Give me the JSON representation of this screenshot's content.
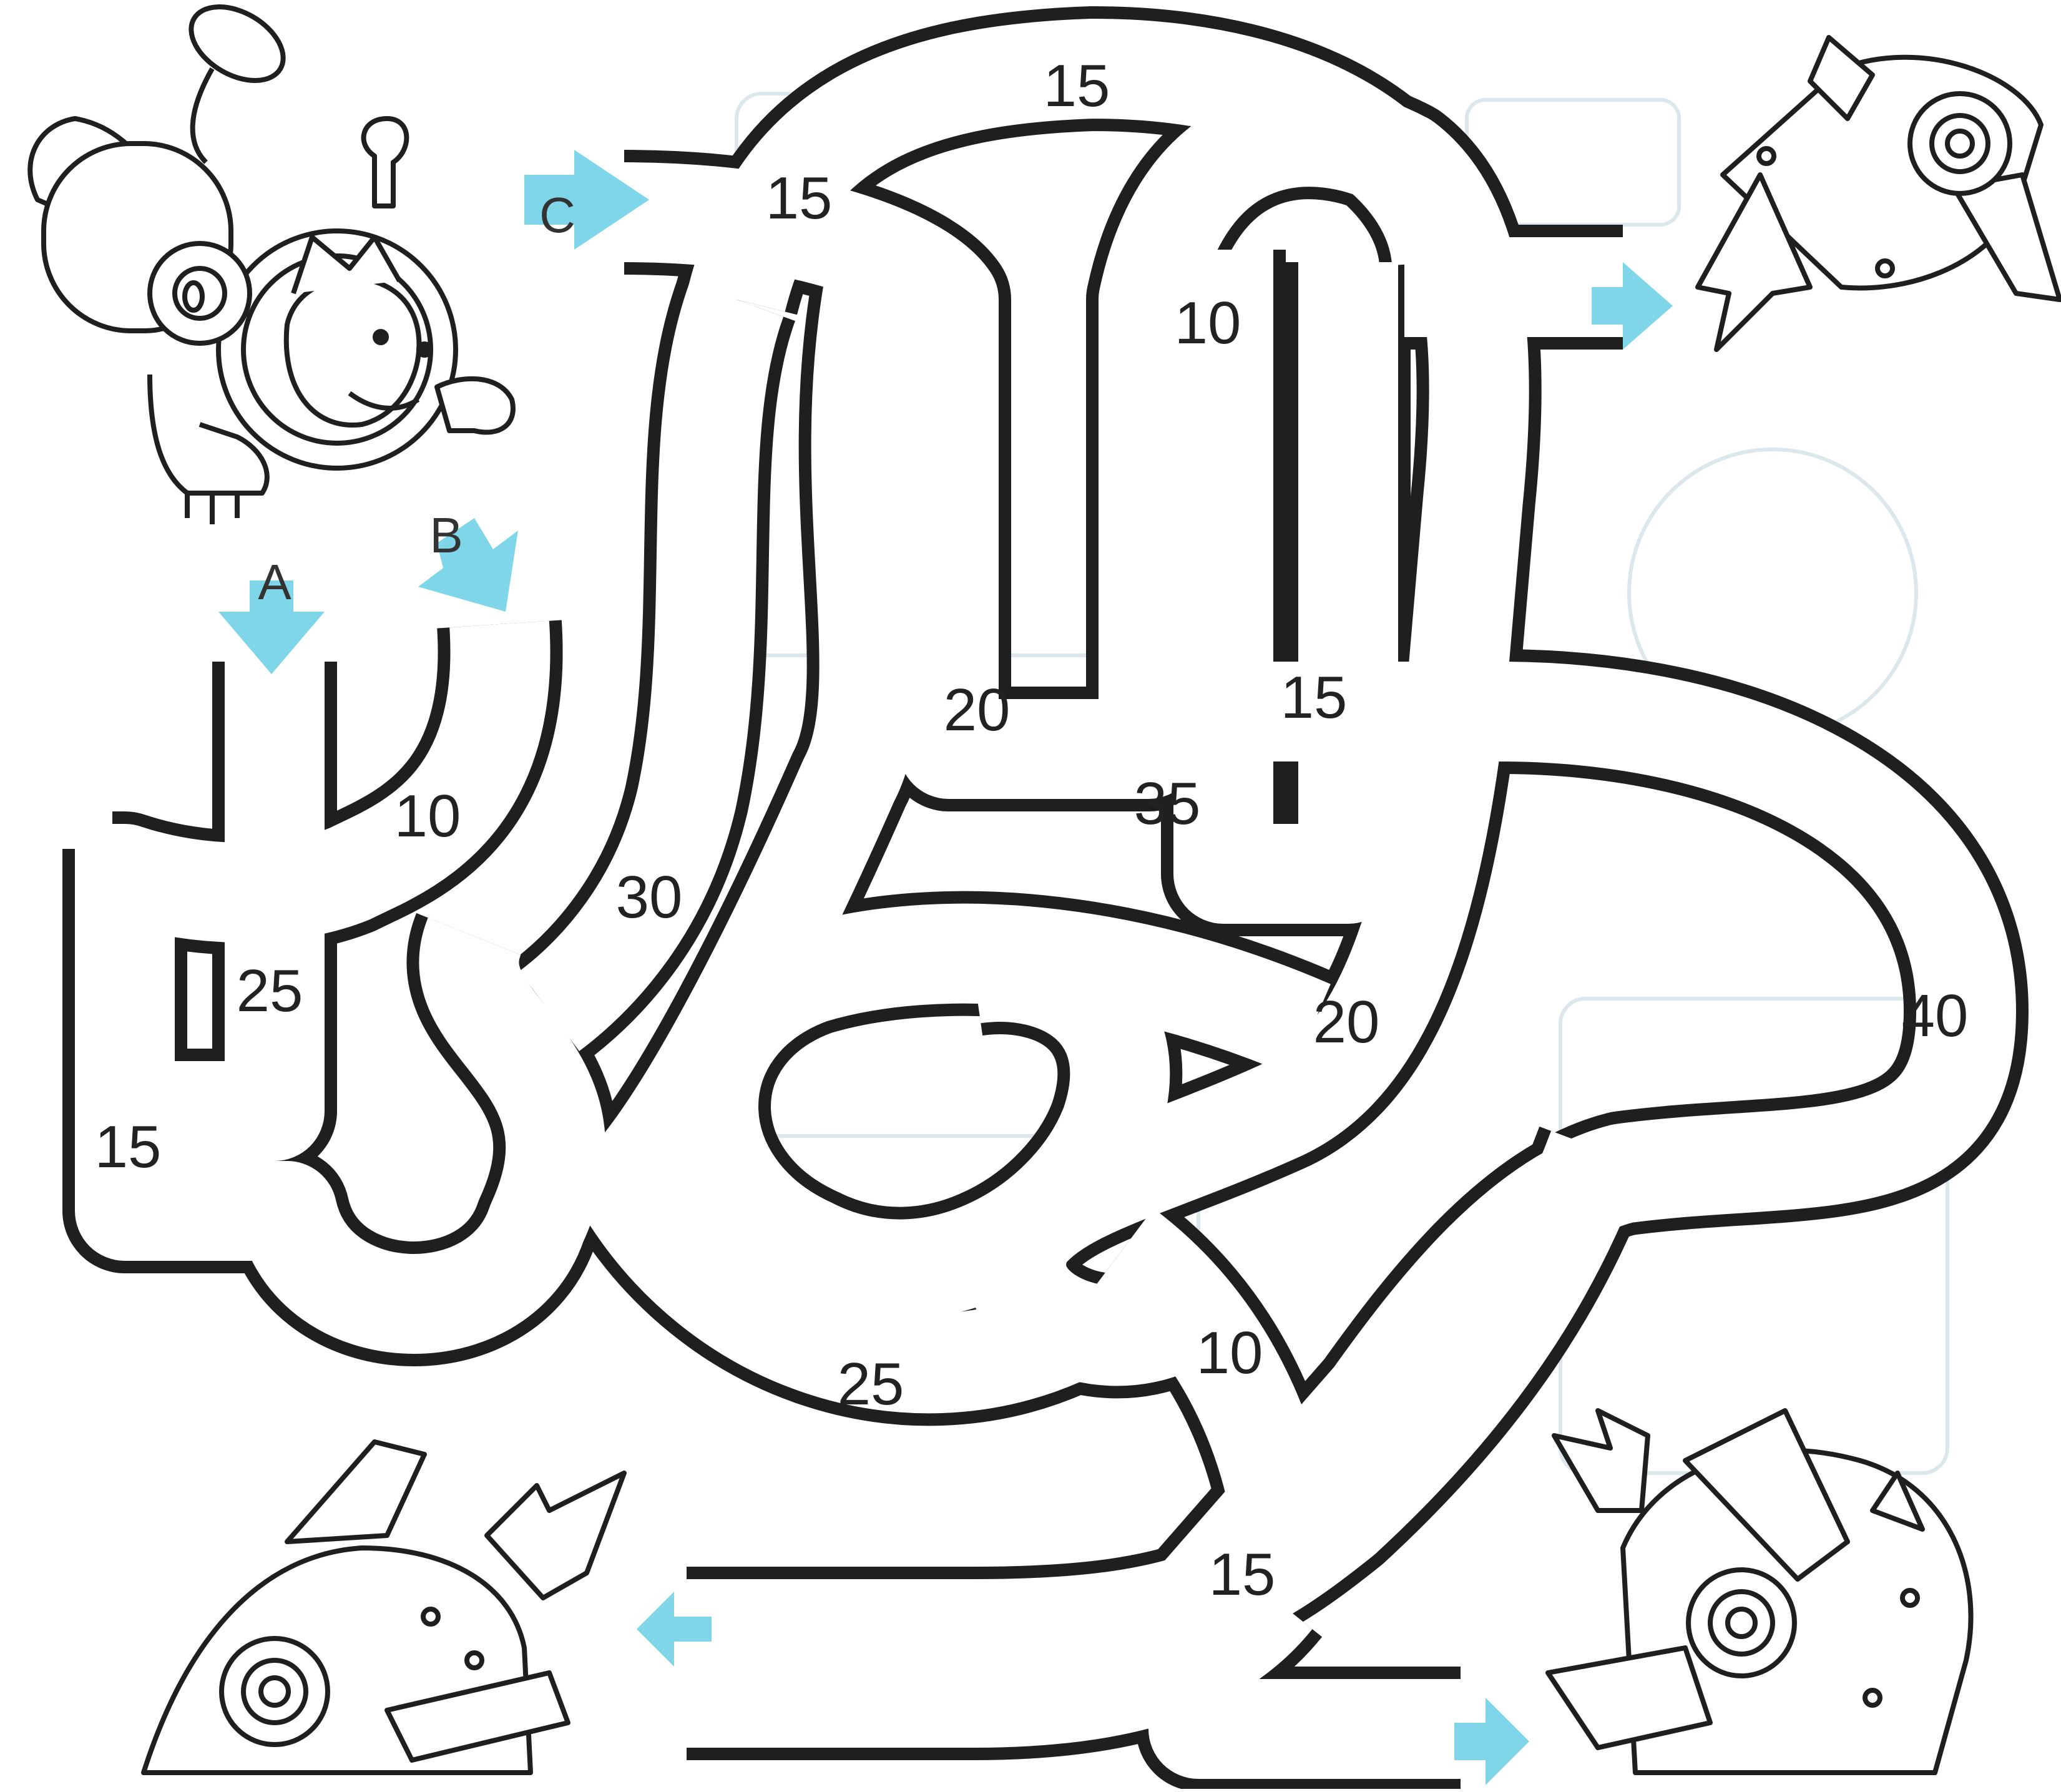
{
  "start_labels": {
    "a": "A",
    "b": "B",
    "c": "C"
  },
  "distance_labels": [
    "15",
    "15",
    "10",
    "20",
    "15",
    "35",
    "10",
    "30",
    "25",
    "15",
    "20",
    "40",
    "25",
    "10",
    "15"
  ],
  "colors": {
    "line": "#1f1f1f",
    "arrow": "#7fd6e8",
    "bg": "#ffffff",
    "faint": "#dbe7ea"
  }
}
